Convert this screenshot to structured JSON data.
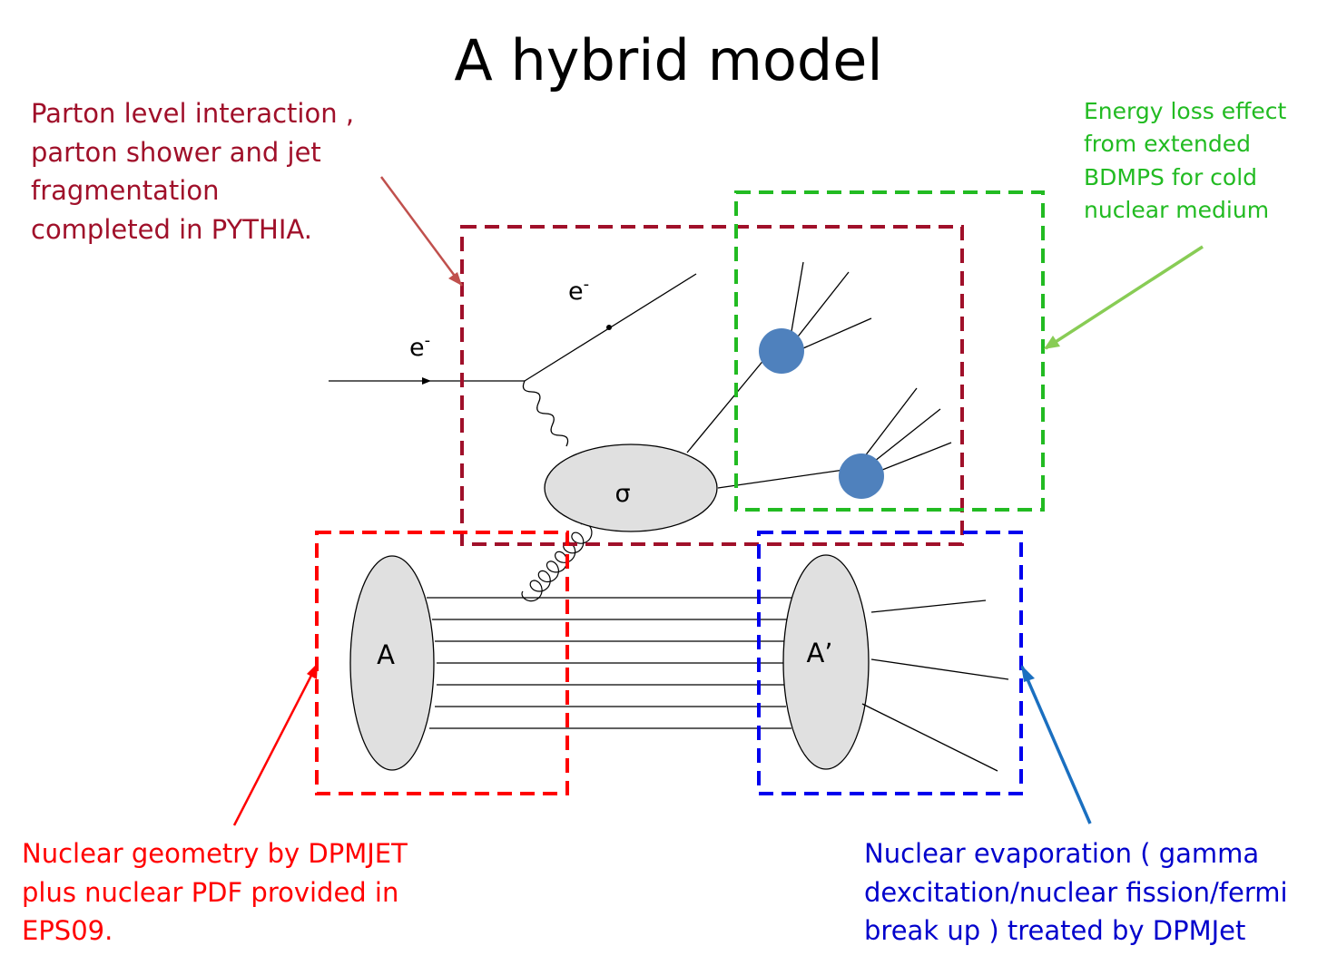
{
  "title": "A hybrid model",
  "annotations": {
    "parton": {
      "lines": [
        "Parton level interaction ,",
        "parton shower and jet",
        "fragmentation",
        "completed in PYTHIA."
      ]
    },
    "energy_loss": {
      "lines": [
        "Energy loss effect",
        "from  extended",
        "BDMPS for cold",
        "nuclear medium"
      ]
    },
    "nuclear_geometry": {
      "lines": [
        "Nuclear geometry by DPMJET",
        "plus nuclear PDF provided in",
        "EPS09."
      ]
    },
    "evaporation": {
      "lines": [
        "Nuclear evaporation ( gamma",
        "dexcitation/nuclear fission/fermi",
        "break up ) treated by DPMJet"
      ]
    }
  },
  "diagram_labels": {
    "electron_in": "e",
    "electron_out": "e",
    "electron_sup": "-",
    "sigma": "σ",
    "nucleus": "A",
    "remnant": "A’"
  },
  "colors": {
    "parton_box": "#a0102a",
    "energy_box": "#22bb22",
    "nuclear_box": "#ff0000",
    "evap_box": "#0000ee",
    "energy_arrow": "#88cc55",
    "evap_arrow": "#1a6fc0",
    "parton_arrow": "#c0504d",
    "jet_blob": "#4f81bd",
    "ellipse_fill": "#e0e0e0"
  }
}
